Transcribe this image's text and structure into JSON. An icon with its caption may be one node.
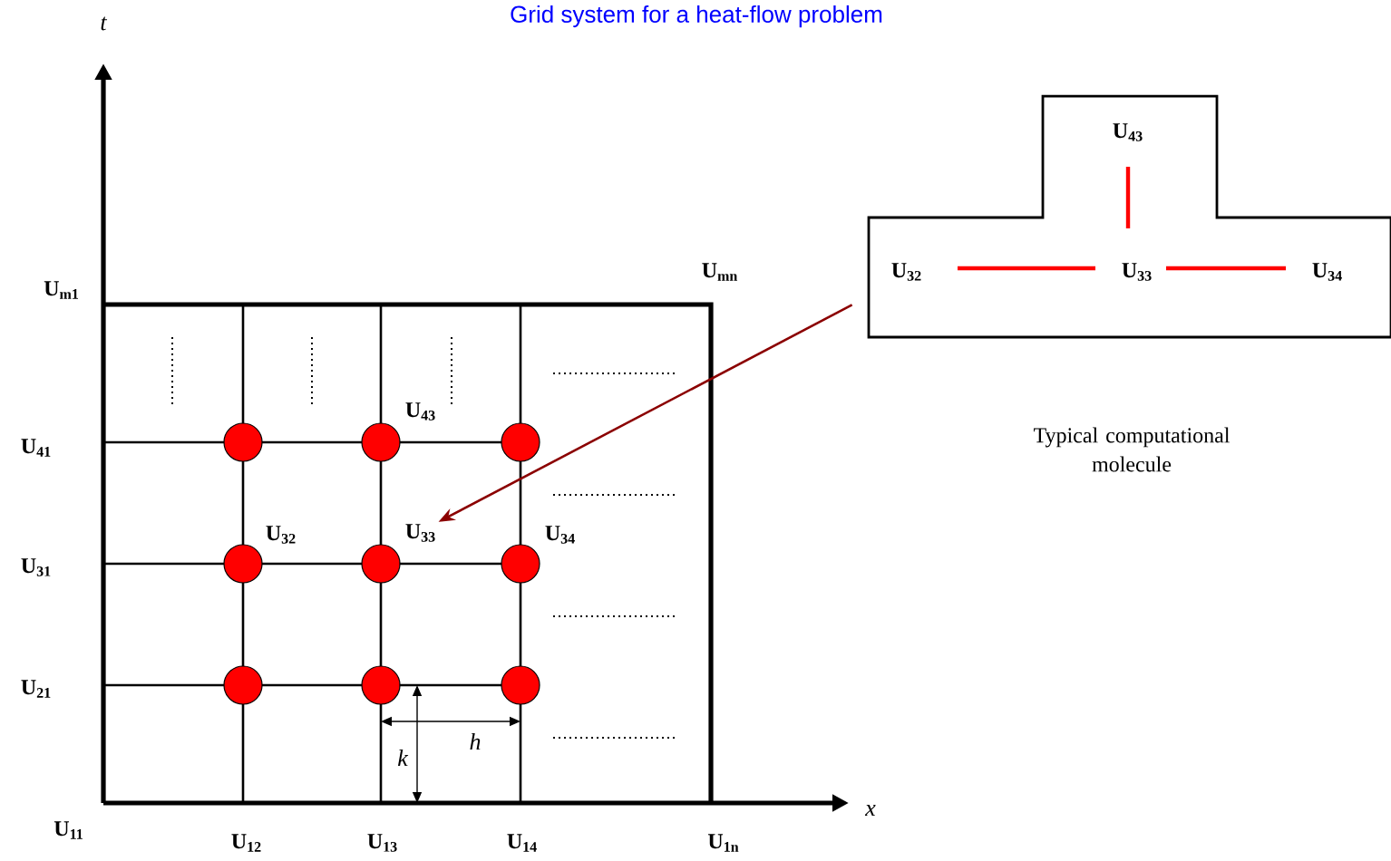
{
  "diagram": {
    "title": "Grid system for a heat-flow problem",
    "nodes": [
      {
        "text": [
          "U$_{43}$",
          "U$_{32}$",
          "U$_{33}$",
          "U$_{34}$"
        ]
      },
      {
        "text": [
          "U$_{33}$"
        ]
      }
    ],
    "edges": [
      {
        "from": 0,
        "to": 1,
        "arrow": "to",
        "color": "#8b0000"
      }
    ],
    "labels": [
      "t",
      "U$_{m1}$",
      "U$_{mn}$",
      "U$_{43}$",
      "U$_{41}$",
      "Typical computational molecule",
      "U$_{32}$",
      "U$_{34}$",
      "U$_{31}$",
      "U$_{21}$",
      "h",
      "k",
      "x",
      "U$_{11}$",
      "U$_{12}$",
      "U$_{13}$",
      "U$_{14}$",
      "U$_{1n}$"
    ]
  }
}
